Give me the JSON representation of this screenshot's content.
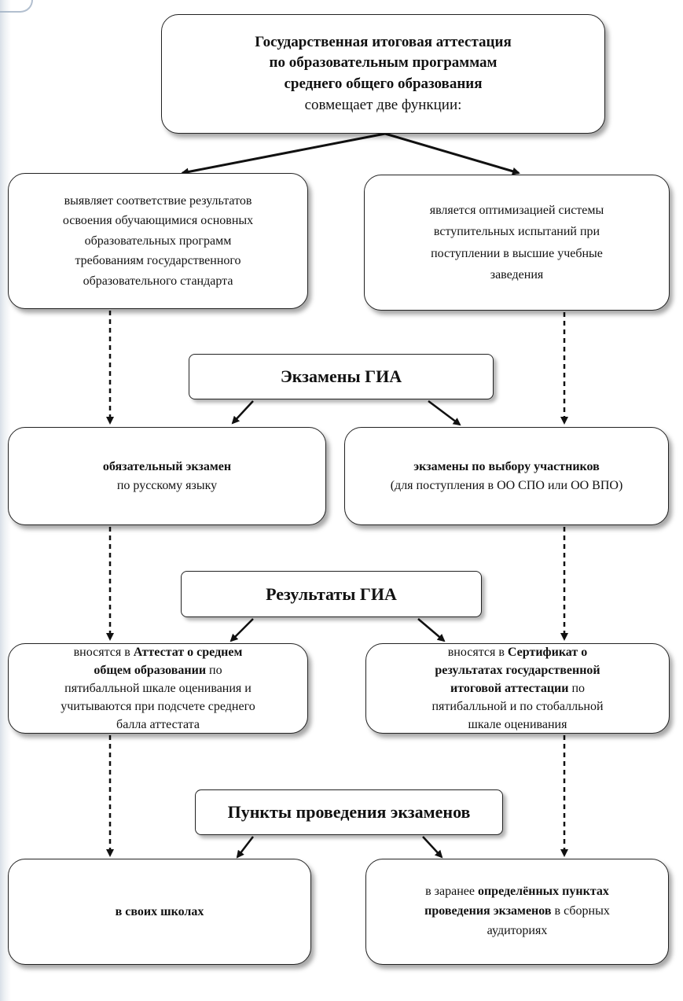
{
  "top": {
    "line1": "Государственная итоговая аттестация",
    "line2": "по образовательным программам",
    "line3": "среднего общего образования",
    "line4": "совмещает две функции:"
  },
  "func_left": [
    "выявляет соответствие результатов",
    "освоения обучающимися основных",
    "образовательных программ",
    "требованиям государственного",
    "образовательного стандарта"
  ],
  "func_right": [
    "является оптимизацией системы",
    "вступительных испытаний при",
    "поступлении в высшие учебные",
    "заведения"
  ],
  "exams_label": "Экзамены ГИА",
  "exam_left": {
    "bold": "обязательный экзамен",
    "normal": "по русскому языку"
  },
  "exam_right": {
    "bold": "экзамены по выбору участников",
    "normal": "(для поступления в ОО СПО или ОО ВПО)"
  },
  "results_label": "Результаты ГИА",
  "result_left": {
    "pre": "вносятся в ",
    "bold1": "Аттестат о среднем",
    "bold2": "общем образовании",
    "post1": " по",
    "l3": "пятибалльной шкале оценивания и",
    "l4": "учитываются при подсчете среднего",
    "l5": "балла аттестата"
  },
  "result_right": {
    "pre": "вносятся в ",
    "bold1": "Сертификат о",
    "bold2": "результатах государственной",
    "bold3": "итоговой аттестации",
    "post3": " по",
    "l5": "пятибалльной и по стобалльной",
    "l6": "шкале оценивания"
  },
  "points_label": "Пункты проведения экзаменов",
  "point_left": "в своих школах",
  "point_right": {
    "pre": "в заранее ",
    "bold1": "определённых пунктах",
    "bold2": "проведения экзаменов",
    "post2": " в сборных",
    "l3": "аудиториях"
  }
}
